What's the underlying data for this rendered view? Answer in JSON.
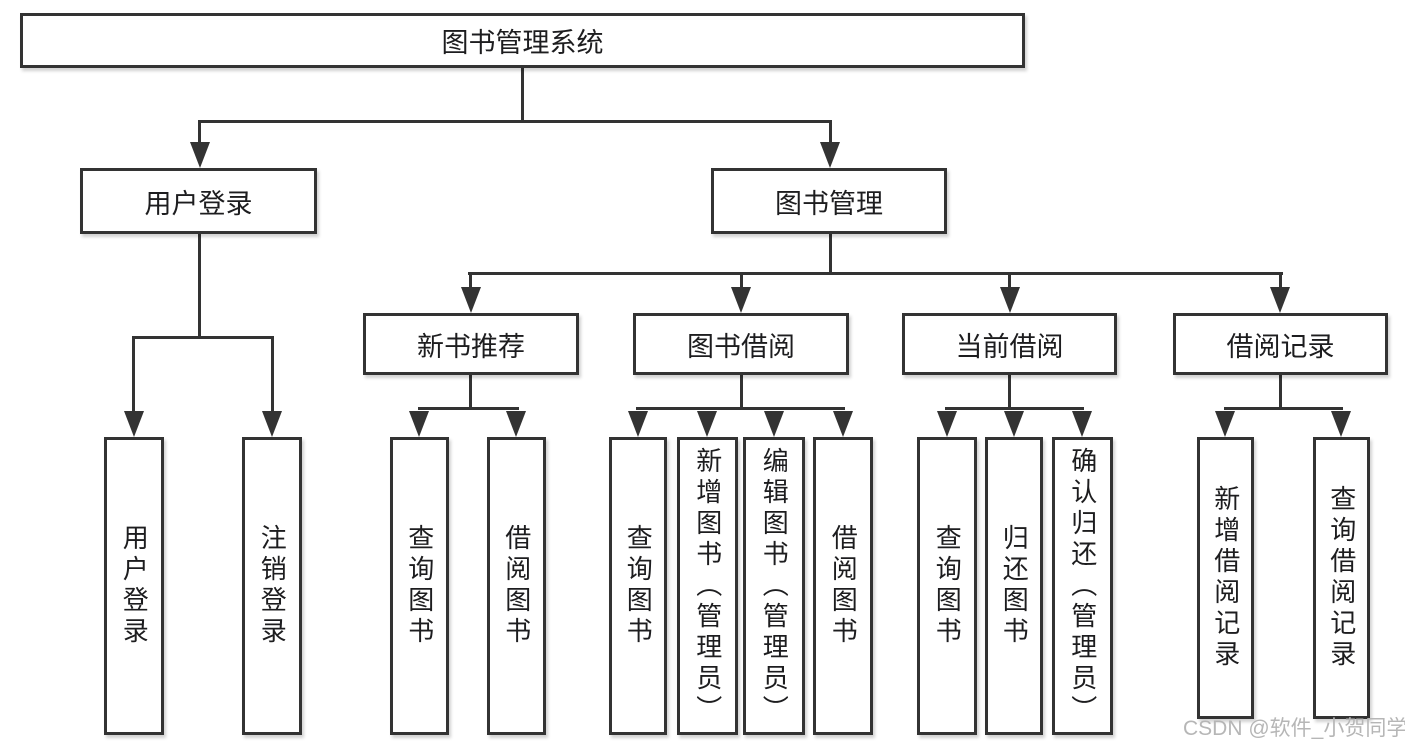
{
  "colors": {
    "background": "#ffffff",
    "line": "#333333",
    "box_border": "#333333",
    "box_fill": "#ffffff",
    "text": "#1d1d1f",
    "watermark": "#b6b6b6"
  },
  "watermark": "CSDN @软件_小贺同学",
  "tree": {
    "root": {
      "label": "图书管理系统"
    },
    "branches": [
      {
        "label": "用户登录",
        "children": [
          {
            "label": "用户登录"
          },
          {
            "label": "注销登录"
          }
        ]
      },
      {
        "label": "图书管理",
        "children": [
          {
            "label": "新书推荐",
            "children": [
              {
                "label": "查询图书"
              },
              {
                "label": "借阅图书"
              }
            ]
          },
          {
            "label": "图书借阅",
            "children": [
              {
                "label": "查询图书"
              },
              {
                "label": "新增图书（管理员）"
              },
              {
                "label": "编辑图书（管理员）"
              },
              {
                "label": "借阅图书"
              }
            ]
          },
          {
            "label": "当前借阅",
            "children": [
              {
                "label": "查询图书"
              },
              {
                "label": "归还图书"
              },
              {
                "label": "确认归还（管理员）"
              }
            ]
          },
          {
            "label": "借阅记录",
            "children": [
              {
                "label": "新增借阅记录"
              },
              {
                "label": "查询借阅记录"
              }
            ]
          }
        ]
      }
    ]
  }
}
